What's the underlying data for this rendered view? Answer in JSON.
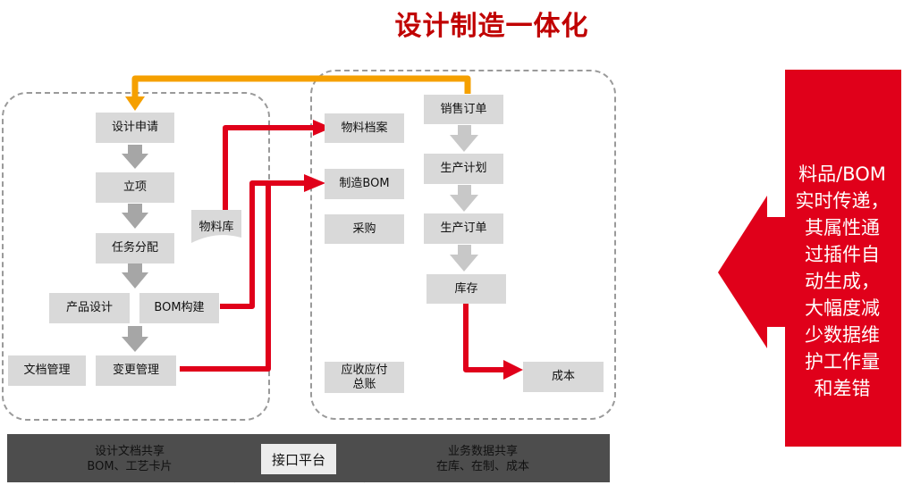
{
  "title": "设计制造一体化",
  "design_steps": [
    "设计申请",
    "立项",
    "任务分配",
    "产品设计",
    "BOM构建",
    "文档管理",
    "变更管理"
  ],
  "material_library": "物料库",
  "manufacturing_modules": [
    "物料档案",
    "制造BOM",
    "采购",
    "应收应付",
    "总账"
  ],
  "sales_flow": [
    "销售订单",
    "生产计划",
    "生产订单",
    "库存",
    "成本"
  ],
  "interface_bar": {
    "left_lines": [
      "设计文档共享",
      "BOM、工艺卡片"
    ],
    "center": "接口平台",
    "right_lines": [
      "业务数据共享",
      "在库、在制、成本"
    ]
  },
  "callout_lines": [
    "料品/BOM",
    "实时传递，",
    "其属性通",
    "过插件自",
    "动生成，",
    "大幅度减",
    "少数据维",
    "护工作量",
    "和差错"
  ],
  "colors": {
    "title": "#c00000",
    "red": "#e0001a",
    "orange": "#f5a000",
    "box": "#d9d9d9",
    "arrow_gray": "#a6a6a6",
    "bar": "#4d4d4d"
  }
}
